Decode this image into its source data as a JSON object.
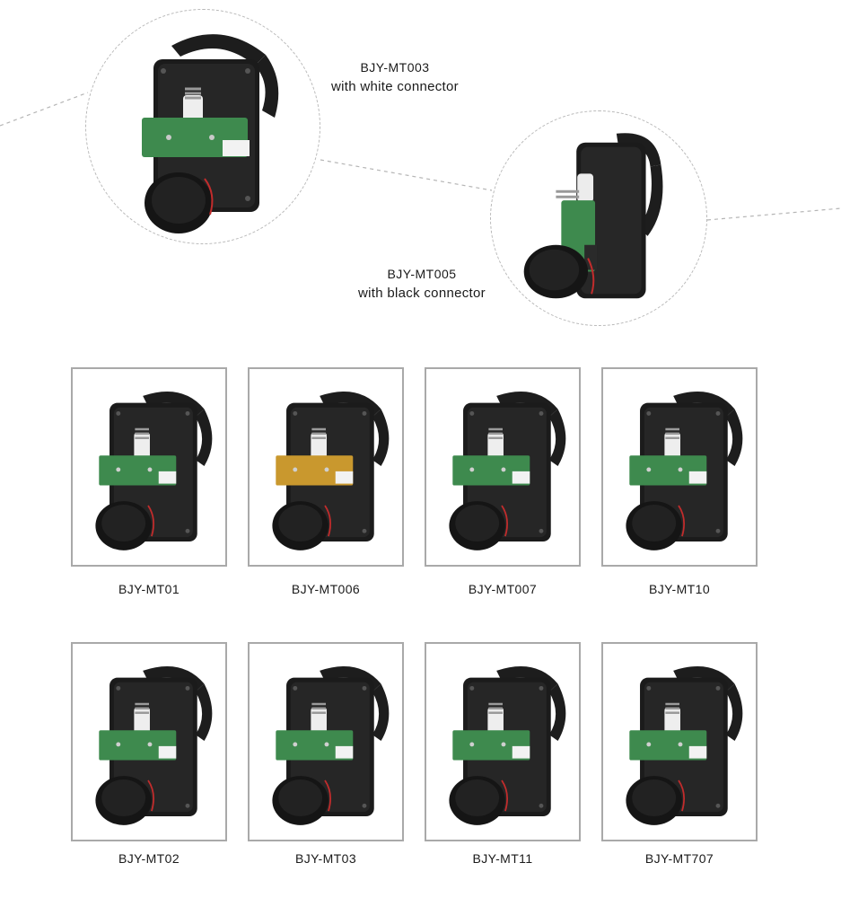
{
  "hero": [
    {
      "code": "BJY-MT003",
      "desc": "with white connector",
      "board": "#3e8a4e",
      "connector": "#f2f2f2"
    },
    {
      "code": "BJY-MT005",
      "desc": "with black connector",
      "board": "#3e8a4e",
      "connector": "#2a2a2a"
    }
  ],
  "products": [
    {
      "label": "BJY-MT01",
      "board": "#3e8a4e"
    },
    {
      "label": "BJY-MT006",
      "board": "#c9982e"
    },
    {
      "label": "BJY-MT007",
      "board": "#3e8a4e"
    },
    {
      "label": "BJY-MT10",
      "board": "#3e8a4e"
    },
    {
      "label": "BJY-MT02",
      "board": "#3e8a4e"
    },
    {
      "label": "BJY-MT03",
      "board": "#3e8a4e"
    },
    {
      "label": "BJY-MT11",
      "board": "#3e8a4e"
    },
    {
      "label": "BJY-MT707",
      "board": "#3e8a4e"
    }
  ]
}
